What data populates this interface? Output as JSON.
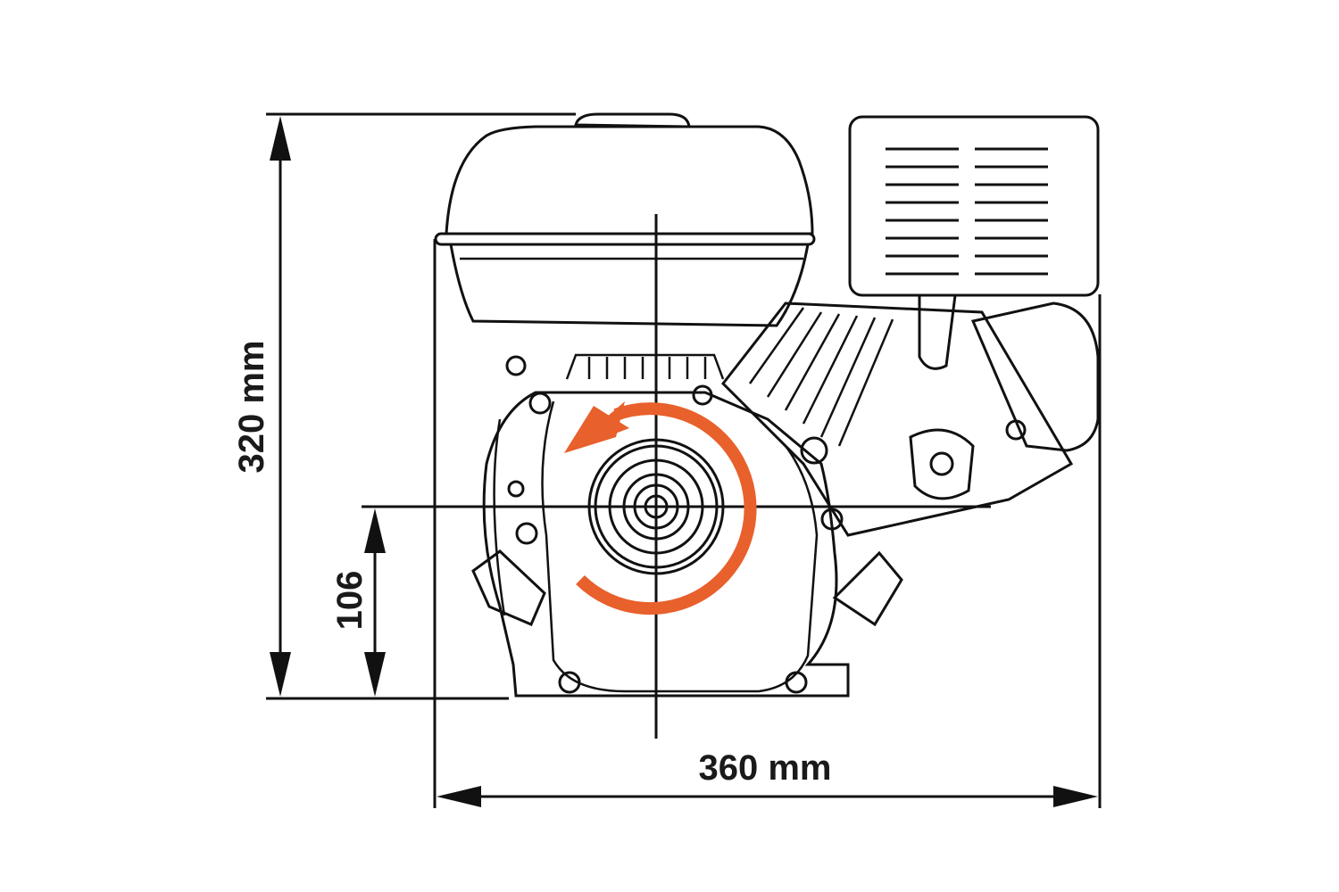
{
  "diagram": {
    "dimensions": {
      "height_label": "320 mm",
      "shaft_height_label": "106",
      "width_label": "360 mm"
    },
    "colors": {
      "rotation_arrow": "#E8602C",
      "line": "#111111"
    }
  }
}
